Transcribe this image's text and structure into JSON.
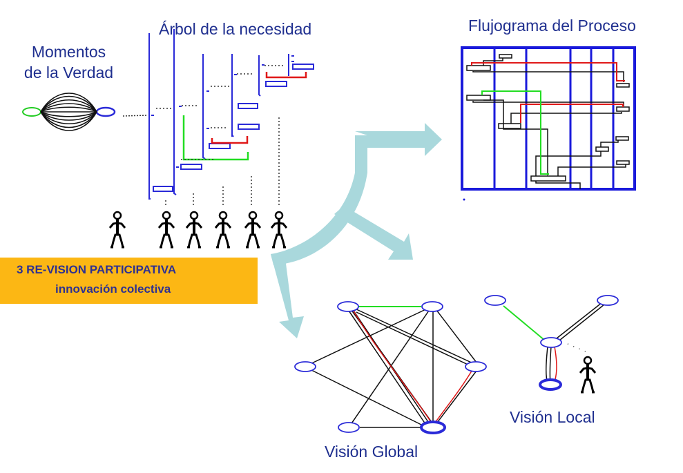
{
  "titles": {
    "momentos_line1": "Momentos",
    "momentos_line2": "de la Verdad",
    "arbol": "Árbol de la necesidad",
    "flujograma": "Flujograma del Proceso",
    "vision_global": "Visión Global",
    "vision_local": "Visión Local"
  },
  "banner": {
    "line1": "3 RE-VISION PARTICIPATIVA",
    "line2": "innovación colectiva",
    "background": "#fcb714",
    "text_color": "#2e3192"
  },
  "colors": {
    "title": "#1f2f8f",
    "arrow": "#a9d8dc",
    "node_outline": "#1a1adb",
    "highlight_green": "#22dd22",
    "highlight_red": "#e01818",
    "edge": "#111111"
  },
  "figures": {
    "people_count": 6,
    "icons": [
      "stick-figure-icon"
    ]
  }
}
